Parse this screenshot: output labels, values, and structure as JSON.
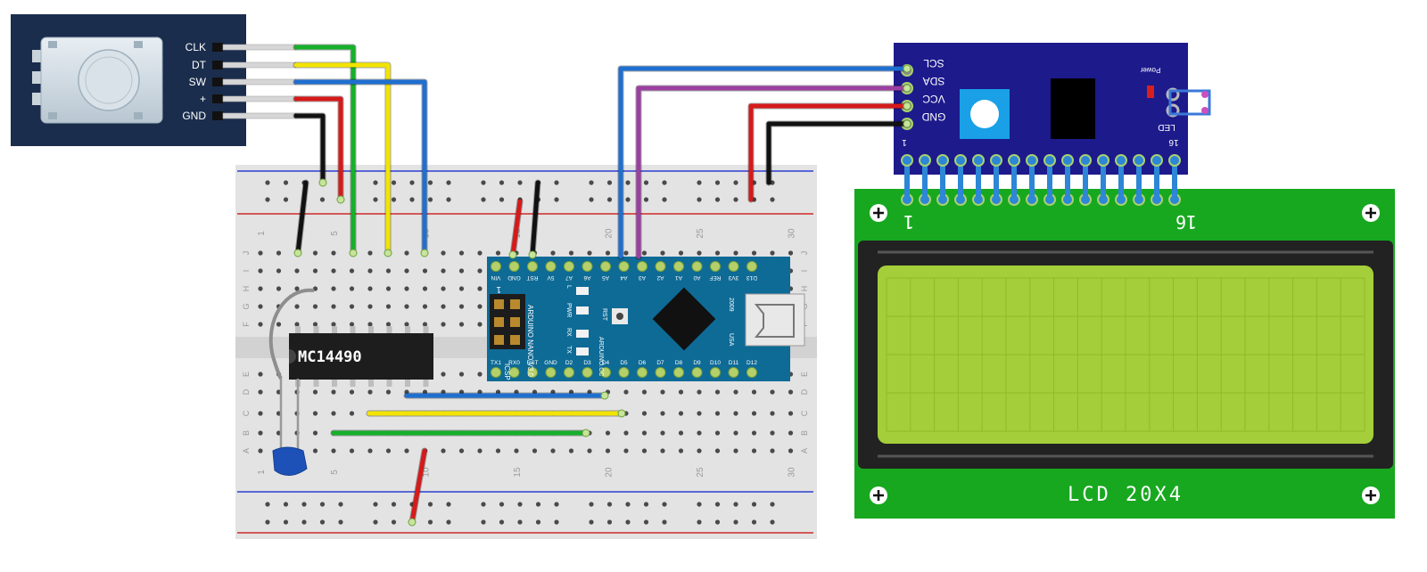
{
  "encoder": {
    "pins": [
      "CLK",
      "DT",
      "SW",
      "+",
      "GND"
    ]
  },
  "breadboard": {
    "col_numbers": [
      "1",
      "5",
      "10",
      "15",
      "20",
      "25",
      "30"
    ],
    "row_letters_top": [
      "J",
      "I",
      "H",
      "G",
      "F"
    ],
    "row_letters_bottom": [
      "E",
      "D",
      "C",
      "B",
      "A"
    ]
  },
  "ic": {
    "label": "MC14490"
  },
  "nano": {
    "top_pins": [
      "D12",
      "D11",
      "D10",
      "D9",
      "D8",
      "D7",
      "D6",
      "D5",
      "D4",
      "D3",
      "D2",
      "GND",
      "RST",
      "RX0",
      "TX1"
    ],
    "bottom_pins": [
      "VIN",
      "GND",
      "RST",
      "5V",
      "A7",
      "A6",
      "A5",
      "A4",
      "A3",
      "A2",
      "A1",
      "A0",
      "REF",
      "3V3",
      "D13"
    ],
    "name_text": "ARDUINO NANO V3.0",
    "icsp_label": "ICSP",
    "icsp_number": "1",
    "led_labels": [
      "L",
      "PWR",
      "RX",
      "TX"
    ],
    "rst_label": "RST",
    "cc_text": "ARDUINO.CC",
    "usa_text": "USA",
    "year_text": "2009"
  },
  "i2c": {
    "pins": [
      "SCL",
      "SDA",
      "VCC",
      "GND"
    ],
    "power_label": "Power",
    "led_label": "LED",
    "pin_first": "1",
    "pin_last": "16"
  },
  "lcd": {
    "label": "LCD 20X4",
    "pin_first": "1",
    "pin_last": "16"
  },
  "colors": {
    "wire_green": "#16b02a",
    "wire_yellow": "#f2e400",
    "wire_blue": "#1f6fd0",
    "wire_red": "#d61a1a",
    "wire_black": "#111111",
    "wire_purple": "#9b3fa0",
    "board_blue": "#0e6b96",
    "i2c_blue": "#1d1a8c",
    "lcd_green": "#17a81f",
    "lcd_screen": "#a4cf3a"
  }
}
